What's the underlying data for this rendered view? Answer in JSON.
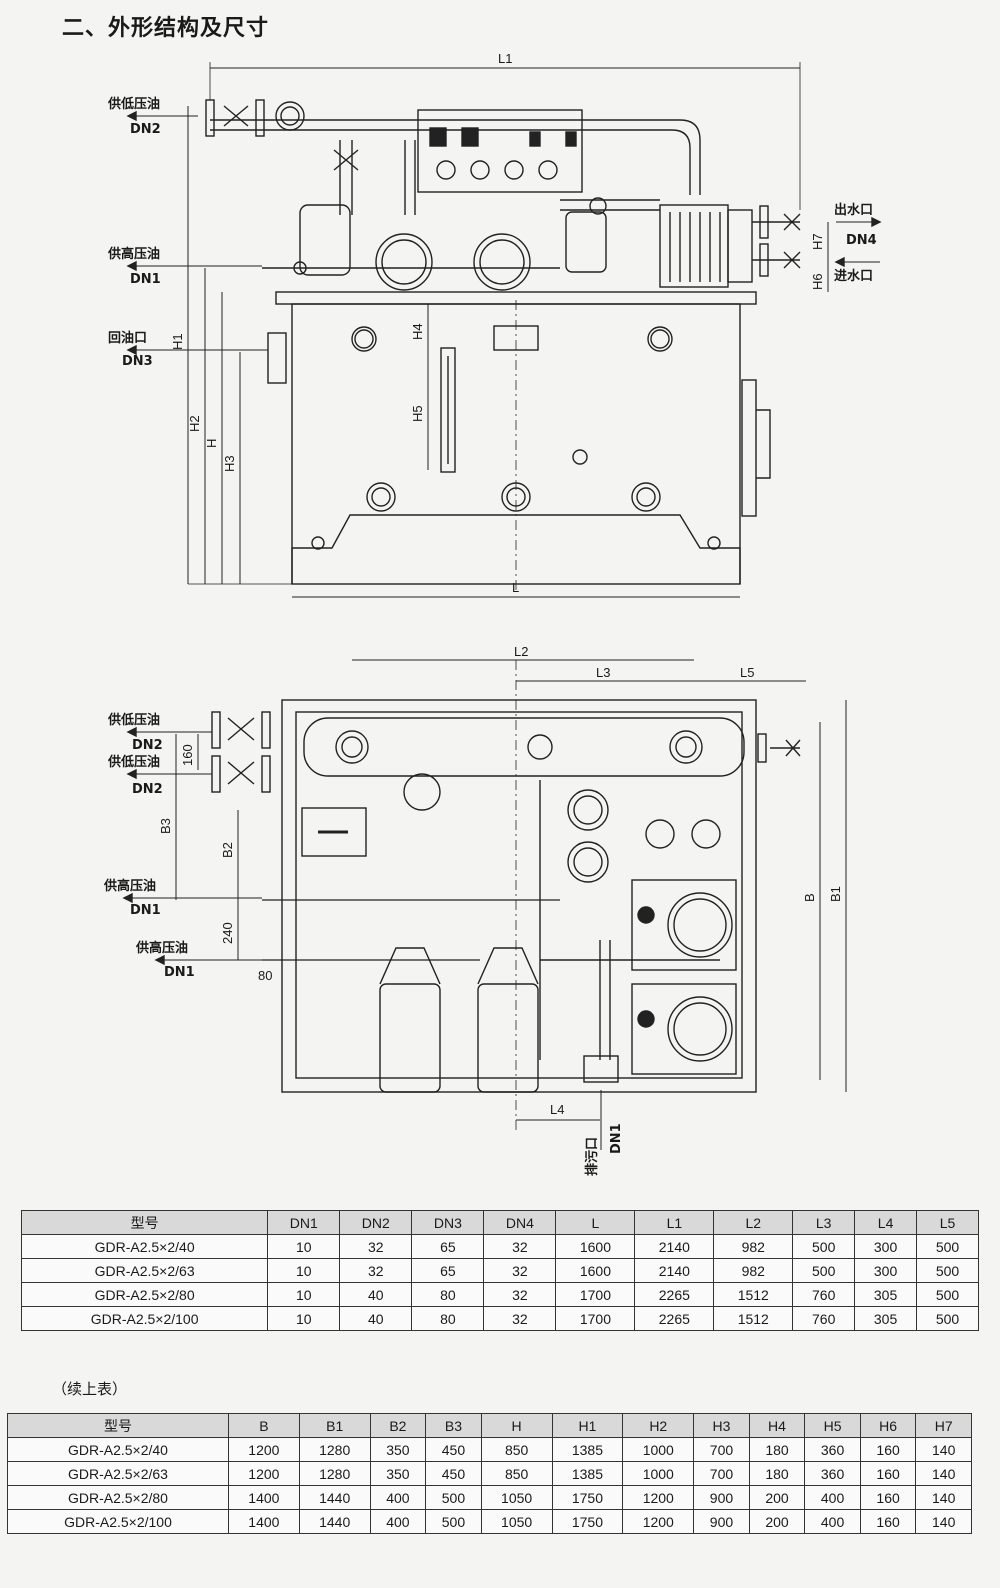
{
  "heading": "二、外形结构及尺寸",
  "front_view_labels": {
    "low_pressure_supply": "供低压油",
    "low_dn": "DN2",
    "high_pressure_supply": "供高压油",
    "high_dn": "DN1",
    "return_port": "回油口",
    "return_dn": "DN3",
    "water_out": "出水口",
    "water_out_dn": "DN4",
    "water_in": "进水口",
    "dim_L1": "L1",
    "dim_L": "L",
    "dim_H1": "H1",
    "dim_H2": "H2",
    "dim_H": "H",
    "dim_H3": "H3",
    "dim_H4": "H4",
    "dim_H5": "H5",
    "dim_H6": "H6",
    "dim_H7": "H7"
  },
  "top_view_labels": {
    "low_pressure_supply_1": "供低压油",
    "low_dn_1": "DN2",
    "low_pressure_supply_2": "供低压油",
    "low_dn_2": "DN2",
    "high_pressure_supply_1": "供高压油",
    "high_dn_1": "DN1",
    "high_pressure_supply_2": "供高压油",
    "high_dn_2": "DN1",
    "drain_port": "排污口",
    "drain_dn": "DN1",
    "dim_L2": "L2",
    "dim_L3": "L3",
    "dim_L4": "L4",
    "dim_L5": "L5",
    "dim_B": "B",
    "dim_B1": "B1",
    "dim_B2": "B2",
    "dim_B3": "B3",
    "dim_160": "160",
    "dim_240": "240",
    "dim_80": "80"
  },
  "table1": {
    "headers": [
      "型号",
      "DN1",
      "DN2",
      "DN3",
      "DN4",
      "L",
      "L1",
      "L2",
      "L3",
      "L4",
      "L5"
    ],
    "rows": [
      [
        "GDR-A2.5×2/40",
        "10",
        "32",
        "65",
        "32",
        "1600",
        "2140",
        "982",
        "500",
        "300",
        "500"
      ],
      [
        "GDR-A2.5×2/63",
        "10",
        "32",
        "65",
        "32",
        "1600",
        "2140",
        "982",
        "500",
        "300",
        "500"
      ],
      [
        "GDR-A2.5×2/80",
        "10",
        "40",
        "80",
        "32",
        "1700",
        "2265",
        "1512",
        "760",
        "305",
        "500"
      ],
      [
        "GDR-A2.5×2/100",
        "10",
        "40",
        "80",
        "32",
        "1700",
        "2265",
        "1512",
        "760",
        "305",
        "500"
      ]
    ]
  },
  "continuation_note": "（续上表）",
  "table2": {
    "headers": [
      "型号",
      "B",
      "B1",
      "B2",
      "B3",
      "H",
      "H1",
      "H2",
      "H3",
      "H4",
      "H5",
      "H6",
      "H7"
    ],
    "rows": [
      [
        "GDR-A2.5×2/40",
        "1200",
        "1280",
        "350",
        "450",
        "850",
        "1385",
        "1000",
        "700",
        "180",
        "360",
        "160",
        "140"
      ],
      [
        "GDR-A2.5×2/63",
        "1200",
        "1280",
        "350",
        "450",
        "850",
        "1385",
        "1000",
        "700",
        "180",
        "360",
        "160",
        "140"
      ],
      [
        "GDR-A2.5×2/80",
        "1400",
        "1440",
        "400",
        "500",
        "1050",
        "1750",
        "1200",
        "900",
        "200",
        "400",
        "160",
        "140"
      ],
      [
        "GDR-A2.5×2/100",
        "1400",
        "1440",
        "400",
        "500",
        "1050",
        "1750",
        "1200",
        "900",
        "200",
        "400",
        "160",
        "140"
      ]
    ]
  }
}
